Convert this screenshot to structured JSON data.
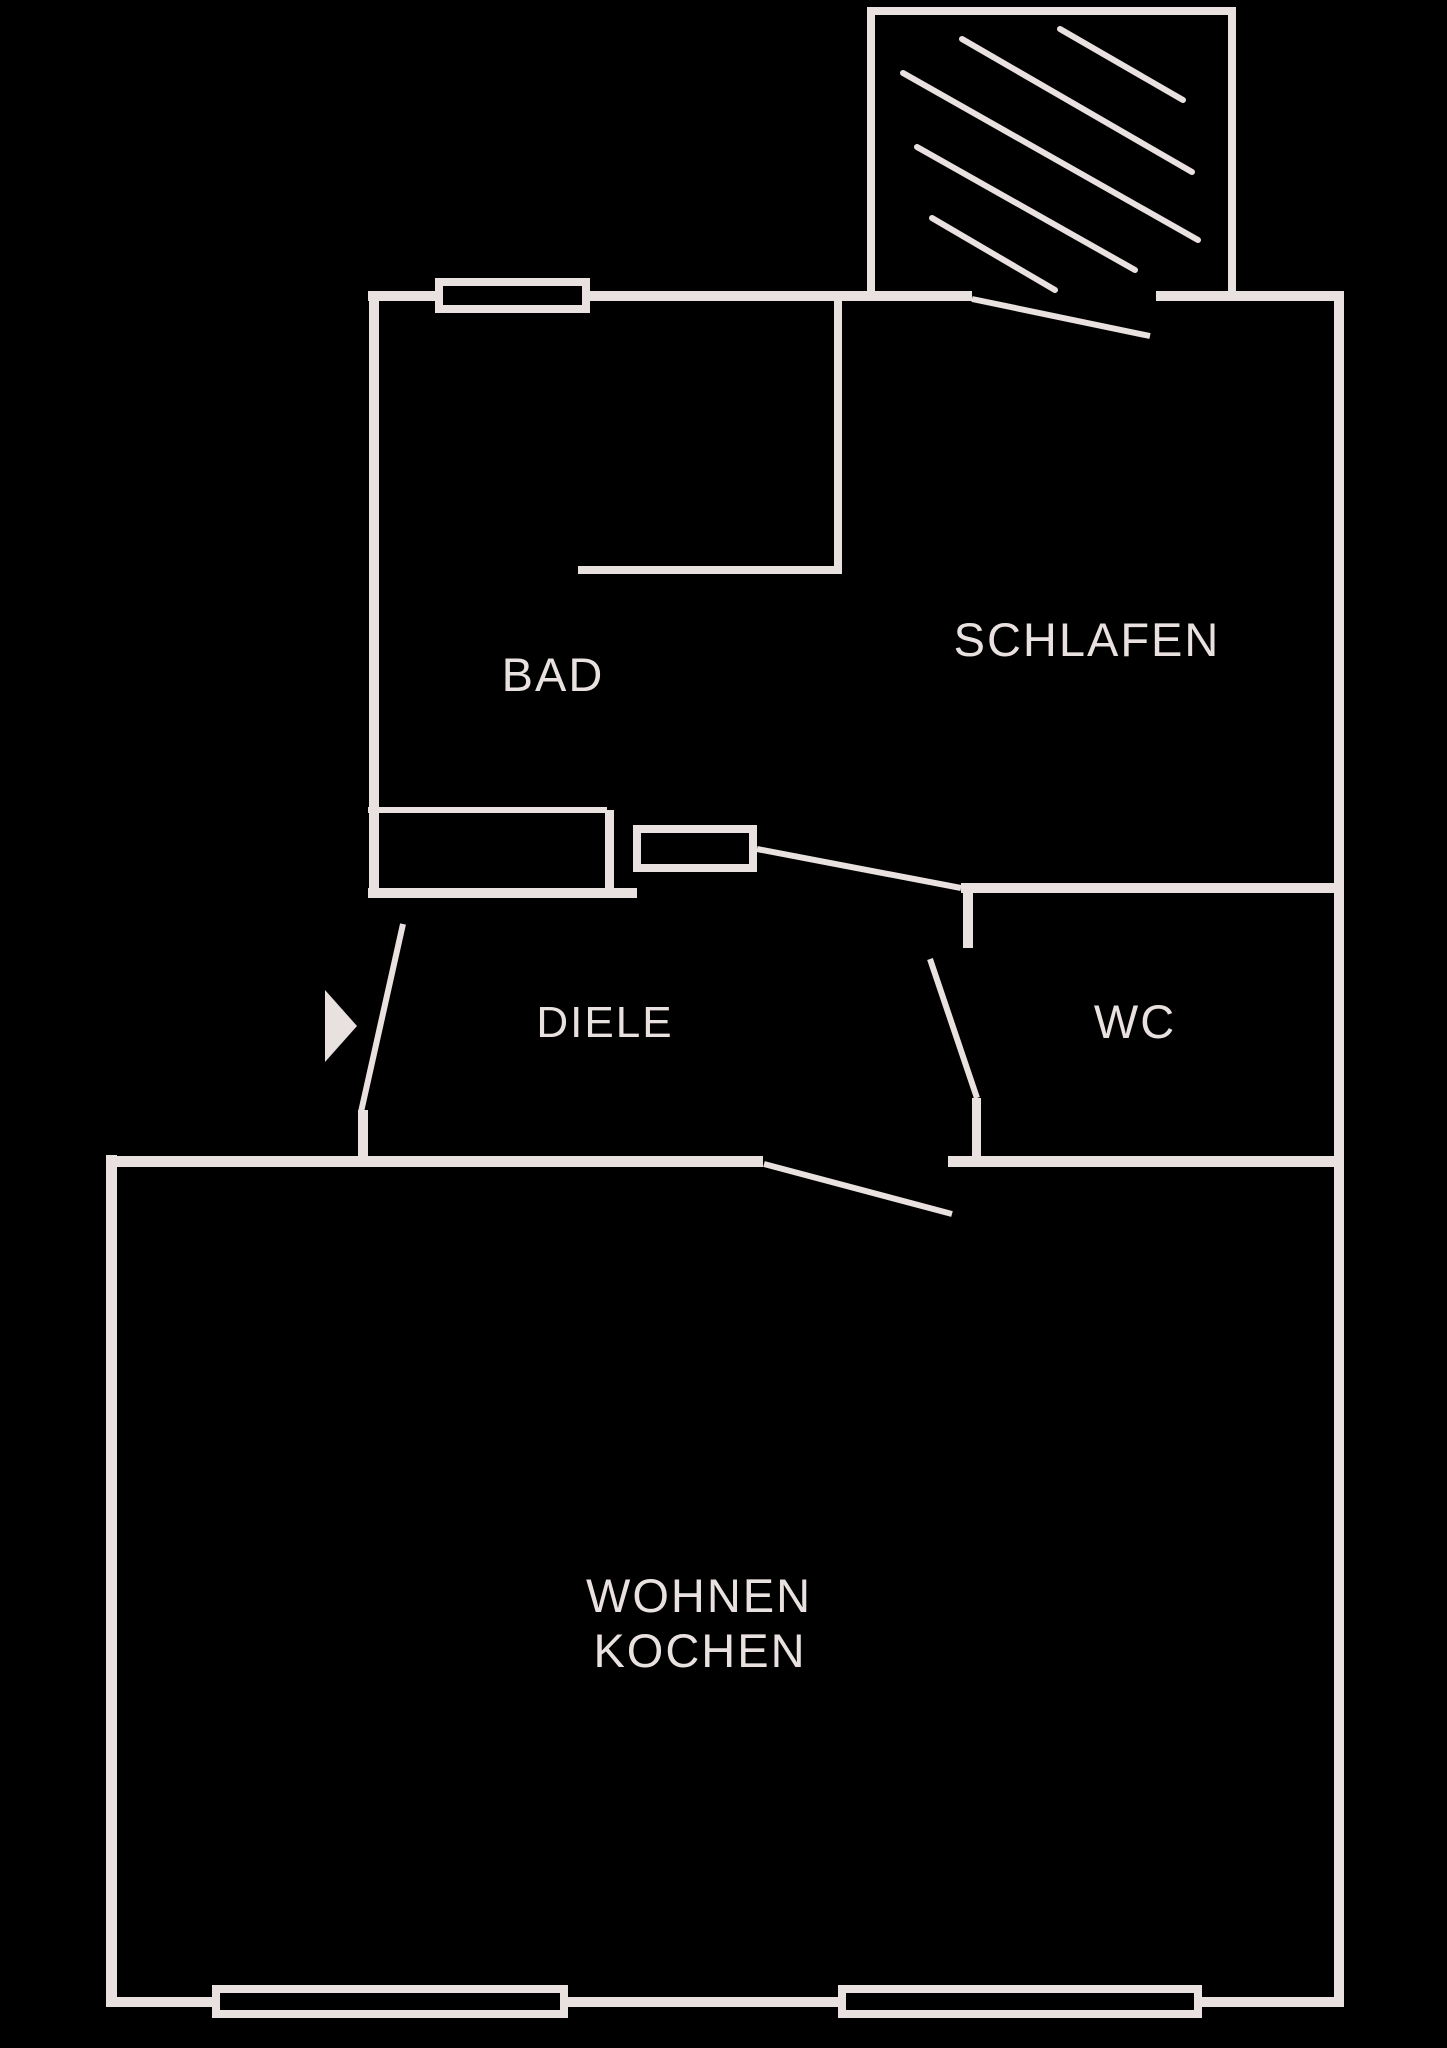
{
  "document": {
    "type": "apartment-floor-plan",
    "background_color": "#000000",
    "line_color": "#e8e1df"
  },
  "rooms": [
    {
      "name": "bathroom",
      "label": "BAD"
    },
    {
      "name": "bedroom",
      "label": "SCHLAFEN"
    },
    {
      "name": "hallway",
      "label": "DIELE"
    },
    {
      "name": "toilet",
      "label": "WC"
    },
    {
      "name": "living-kitchen",
      "label_line_1": "WOHNEN",
      "label_line_2": "KOCHEN"
    }
  ],
  "features": {
    "balcony": {
      "fill_style": "diagonal-hatch",
      "hatch_line_count": 5
    },
    "window_count": 3,
    "door_swing_count": 5,
    "entrance_marker": "right-pointing-triangle",
    "shaft_box": "double-outlined-rectangle"
  }
}
